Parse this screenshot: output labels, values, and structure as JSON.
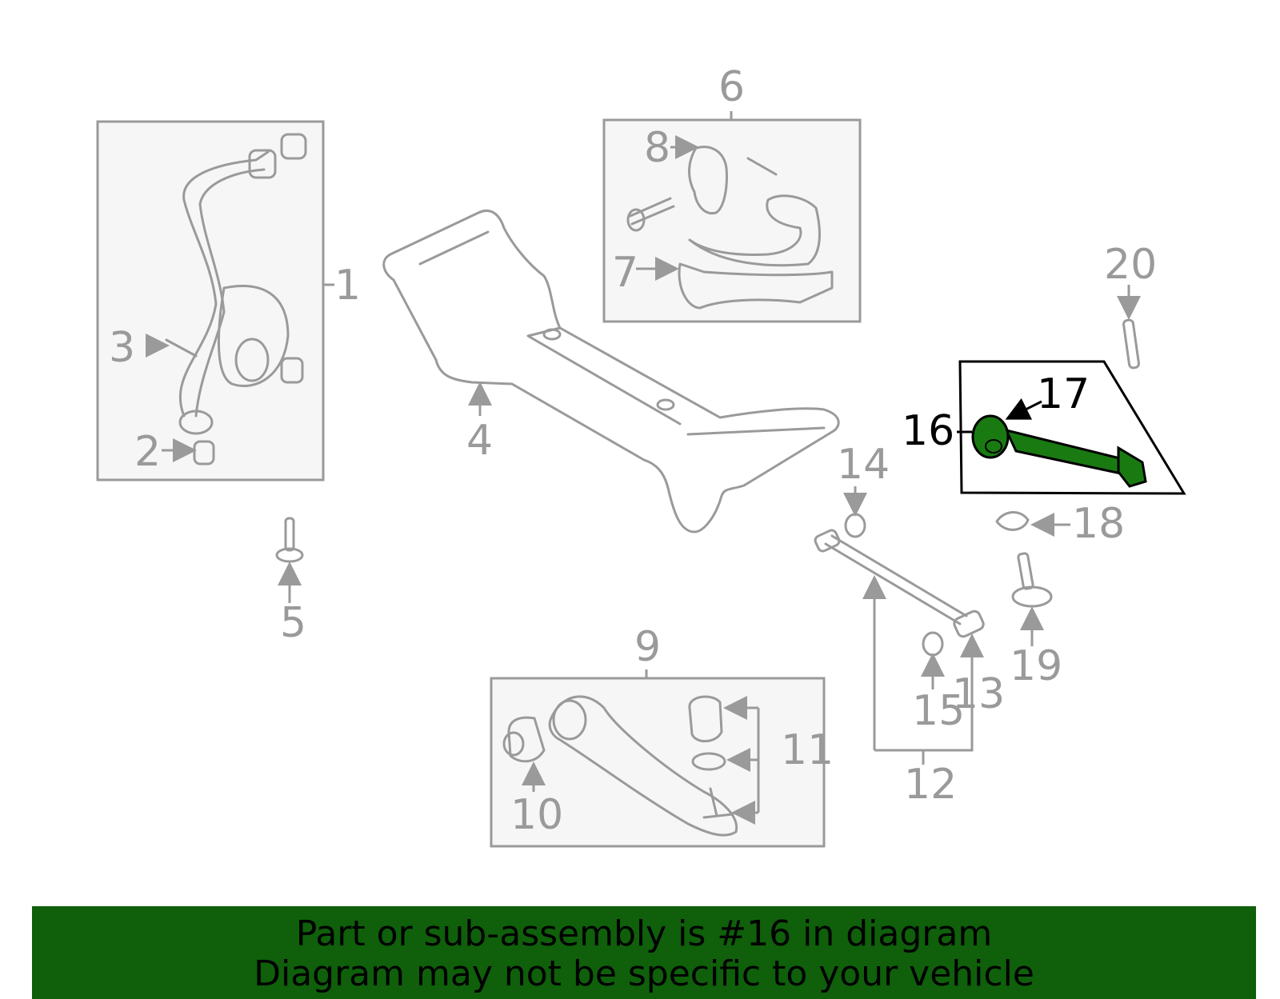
{
  "callouts": {
    "n1": "1",
    "n2": "2",
    "n3": "3",
    "n4": "4",
    "n5": "5",
    "n6": "6",
    "n7": "7",
    "n8": "8",
    "n9": "9",
    "n10": "10",
    "n11": "11",
    "n12": "12",
    "n13": "13",
    "n14": "14",
    "n15": "15",
    "n16": "16",
    "n17": "17",
    "n18": "18",
    "n19": "19",
    "n20": "20"
  },
  "highlight": {
    "part_number": "16",
    "color": "#1a7a12"
  },
  "colors": {
    "parts": "#9a9a9a",
    "banner": "#0f5f0b"
  },
  "banner": {
    "line1": "Part or sub-assembly is #16 in diagram",
    "line2": "Diagram may not be specific to your vehicle"
  }
}
